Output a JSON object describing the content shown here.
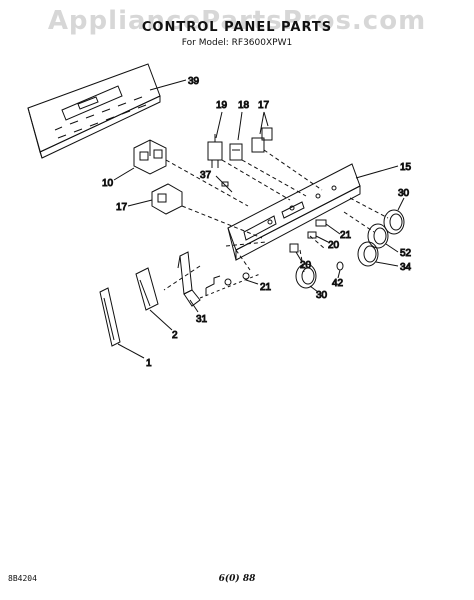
{
  "watermark": "AppliancePartsPros.com",
  "title": "CONTROL PANEL PARTS",
  "subtitle": "For Model: RF3600XPW1",
  "drawing_code": "8B4204",
  "footer_mark": "6(0) 88",
  "callouts": {
    "n39": "39",
    "n19": "19",
    "n18": "18",
    "n17a": "17",
    "n15": "15",
    "n10": "10",
    "n37": "37",
    "n17b": "17",
    "n30a": "30",
    "n21a": "21",
    "n20a": "20",
    "n52": "52",
    "n20b": "20",
    "n34": "34",
    "n42": "42",
    "n21b": "21",
    "n30b": "30",
    "n31": "31",
    "n2": "2",
    "n1": "1"
  }
}
